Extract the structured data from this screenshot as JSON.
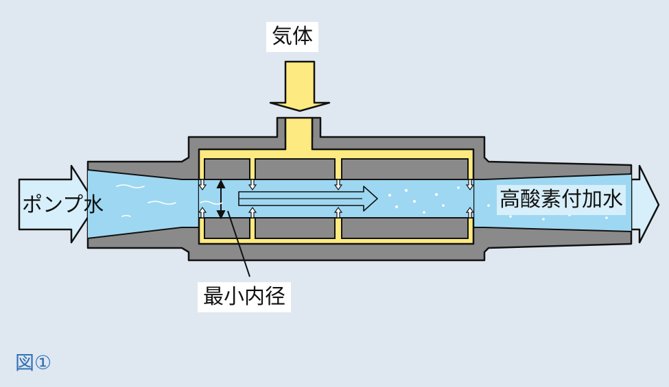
{
  "labels": {
    "gas": "気体",
    "inlet": "ポンプ水",
    "outlet": "高酸素付加水",
    "min_diameter": "最小内径",
    "figure": "図①"
  },
  "colors": {
    "background": "#dfe7f1",
    "housing": "#8a8a8a",
    "gas": "#fdea80",
    "water": "#9ed7f1",
    "arrow_water": "#d6effa",
    "figure_label": "#2f6fb3"
  },
  "icons": {
    "gas_flow": "arrow-down-icon",
    "water_flow": "arrow-right-icon"
  }
}
